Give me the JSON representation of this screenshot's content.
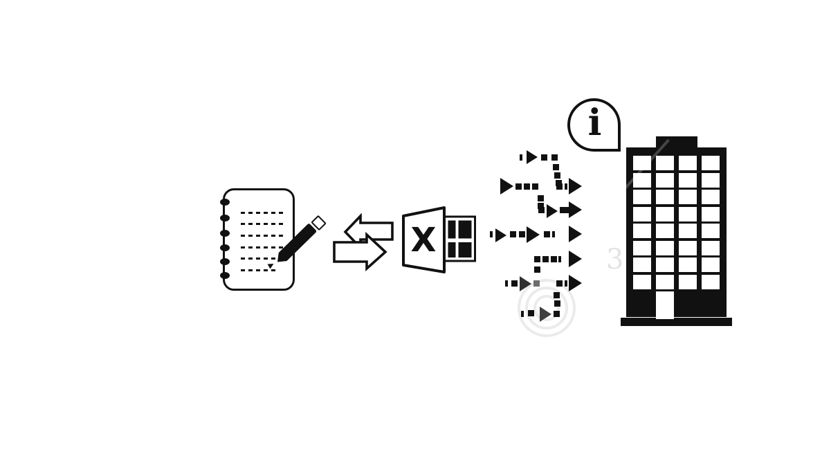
{
  "page": {
    "background": "#ffffff",
    "ink": "#111111",
    "watermark_color": "#ebebeb"
  },
  "diagram": {
    "steps": [
      {
        "id": "handwritten-notes",
        "icon": "notebook-pencil-icon"
      },
      {
        "id": "exchange",
        "icon": "swap-arrows-icon"
      },
      {
        "id": "spreadsheet",
        "icon": "excel-icon"
      },
      {
        "id": "data-flow",
        "icon": "dotted-flow-arrows-icon"
      },
      {
        "id": "information",
        "icon": "info-bubble-icon"
      },
      {
        "id": "company",
        "icon": "office-building-icon"
      }
    ],
    "excel_glyph": "X",
    "info_glyph": "i",
    "watermark_fragment": "3"
  },
  "figure": {
    "building": {
      "window_rows": 8,
      "window_cols": 4
    },
    "flow_segments": [
      [
        "ssq",
        51,
        13
      ],
      [
        "tri",
        61,
        7
      ],
      [
        "sq",
        82,
        13
      ],
      [
        "sq",
        97,
        13
      ],
      [
        "sq",
        99,
        27
      ],
      [
        "sq",
        101,
        39
      ],
      [
        "sq",
        103,
        50
      ],
      [
        "TRI",
        23,
        47
      ],
      [
        "sq",
        45,
        55
      ],
      [
        "sq",
        57,
        55
      ],
      [
        "sq",
        69,
        55
      ],
      [
        "sq",
        104,
        55
      ],
      [
        "ssq",
        116,
        55
      ],
      [
        "TRI",
        122,
        47
      ],
      [
        "sq",
        77,
        72
      ],
      [
        "sq",
        77,
        83
      ],
      [
        "sq",
        78,
        89
      ],
      [
        "tri",
        90,
        85
      ],
      [
        "sq",
        109,
        89
      ],
      [
        "ssq",
        118,
        89
      ],
      [
        "TRI",
        122,
        81
      ],
      [
        "ssq",
        8,
        124
      ],
      [
        "tri",
        16,
        120
      ],
      [
        "sq",
        37,
        124
      ],
      [
        "sq",
        50,
        124
      ],
      [
        "TRI",
        61,
        117
      ],
      [
        "sq",
        86,
        124
      ],
      [
        "ssq",
        98,
        124
      ],
      [
        "TRI",
        122,
        116
      ],
      [
        "sq",
        72,
        160
      ],
      [
        "sq",
        84,
        160
      ],
      [
        "sq",
        96,
        160
      ],
      [
        "ssq",
        107,
        160
      ],
      [
        "TRI",
        122,
        152
      ],
      [
        "sq",
        72,
        175
      ],
      [
        "ssq",
        30,
        195
      ],
      [
        "sq",
        39,
        195
      ],
      [
        "tri2",
        51,
        189,
        "#303030"
      ],
      [
        "sq",
        71,
        195,
        "#6e6e6e"
      ],
      [
        "sq",
        104,
        195
      ],
      [
        "ssq",
        116,
        195
      ],
      [
        "TRI",
        122,
        187
      ],
      [
        "sq",
        100,
        212
      ],
      [
        "sq",
        101,
        224
      ],
      [
        "ssq",
        53,
        239
      ],
      [
        "sq",
        63,
        238
      ],
      [
        "tri2",
        80,
        233,
        "#3f3f3f"
      ],
      [
        "sq",
        100,
        239
      ]
    ]
  }
}
